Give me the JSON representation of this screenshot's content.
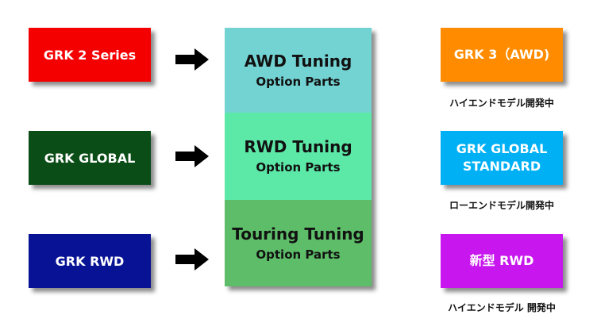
{
  "colors": {
    "grk2": "#f50000",
    "grk_global": "#0b4d17",
    "grk_rwd": "#071294",
    "awd_tuning": "#73d2d2",
    "rwd_tuning": "#5ce9a8",
    "touring_tuning": "#5dbd68",
    "grk3": "#ff8c00",
    "global_standard": "#00b0f5",
    "new_rwd": "#c716ee"
  },
  "left": {
    "grk2": "GRK 2 Series",
    "grk_global": "GRK GLOBAL",
    "grk_rwd": "GRK RWD"
  },
  "center": {
    "awd": {
      "title": "AWD Tuning",
      "sub": "Option Parts"
    },
    "rwd": {
      "title": "RWD Tuning",
      "sub": "Option Parts"
    },
    "touring": {
      "title": "Touring Tuning",
      "sub": "Option Parts"
    }
  },
  "right": {
    "grk3": {
      "label": "GRK 3（AWD)",
      "note": "ハイエンドモデル開発中"
    },
    "global_standard": {
      "line1": "GRK GLOBAL",
      "line2": "STANDARD",
      "note": "ローエンドモデル開発中"
    },
    "new_rwd": {
      "label": "新型 RWD",
      "note": "ハイエンドモデル 開発中"
    }
  },
  "arrow_icon": "right-arrow-icon"
}
